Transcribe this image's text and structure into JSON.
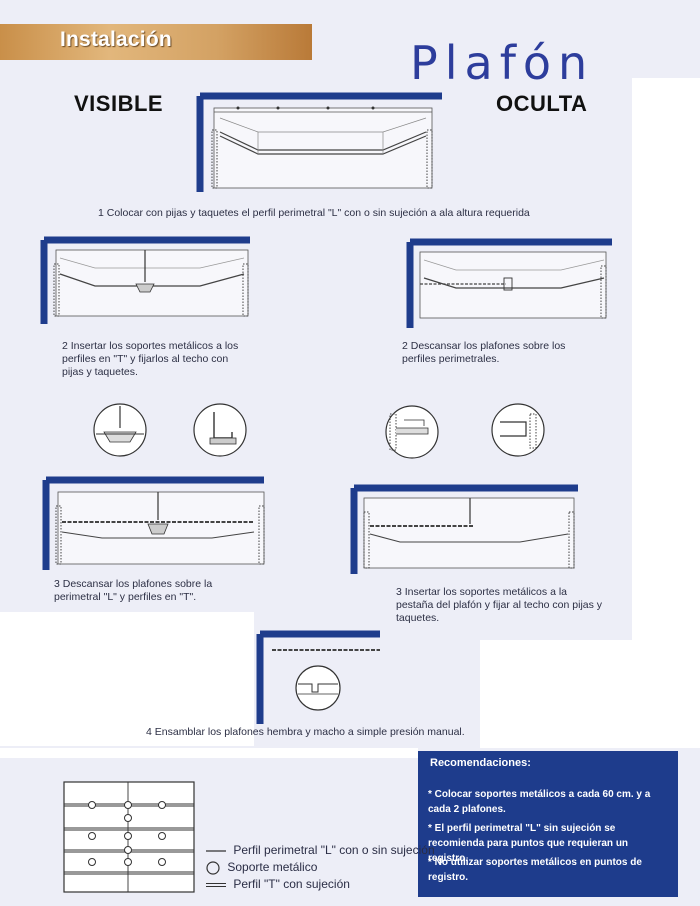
{
  "header": {
    "section_label": "Instalación",
    "title": "Plafón",
    "visible_label": "VISIBLE",
    "hidden_label": "OCULTA"
  },
  "steps": [
    {
      "text": "1 Colocar con pijas y taquetes el perfil perimetral \"L\" con o sin sujeción a ala altura requerida"
    },
    {
      "text": "2 Insertar los soportes metálicos a los perfiles en \"T\" y fijarlos al techo con pijas y taquetes."
    },
    {
      "text": "2 Descansar los plafones sobre los perfiles perimetrales."
    },
    {
      "text": "3 Descansar los plafones sobre la perimetral \"L\" y perfiles en \"T\"."
    },
    {
      "text": "3 Insertar los soportes metálicos a la pestaña del plafón y fijar al techo con pijas y taquetes."
    },
    {
      "text": "4 Ensamblar los plafones hembra y macho a simple presión manual."
    }
  ],
  "recommendations": {
    "title": "Recomendaciones:",
    "items": [
      "* Colocar soportes metálicos a cada 60 cm. y a cada 2 plafones.",
      "* El perfil perimetral \"L\" sin sujeción se recomienda para puntos que requieran un registro.",
      "* No utilizar soportes metálicos en puntos de registro."
    ]
  },
  "legend": [
    {
      "symbol": "line-single",
      "label": "Perfil perimetral \"L\" con o sin sujeción"
    },
    {
      "symbol": "circle",
      "label": "Soporte metálico"
    },
    {
      "symbol": "line-double",
      "label": "Perfil \"T\" con sujeción"
    }
  ],
  "colors": {
    "page_bg": "#edeef7",
    "brand_blue": "#2d3d9c",
    "frame_blue": "#1e3c8c",
    "banner_wood": "#d3a163"
  }
}
